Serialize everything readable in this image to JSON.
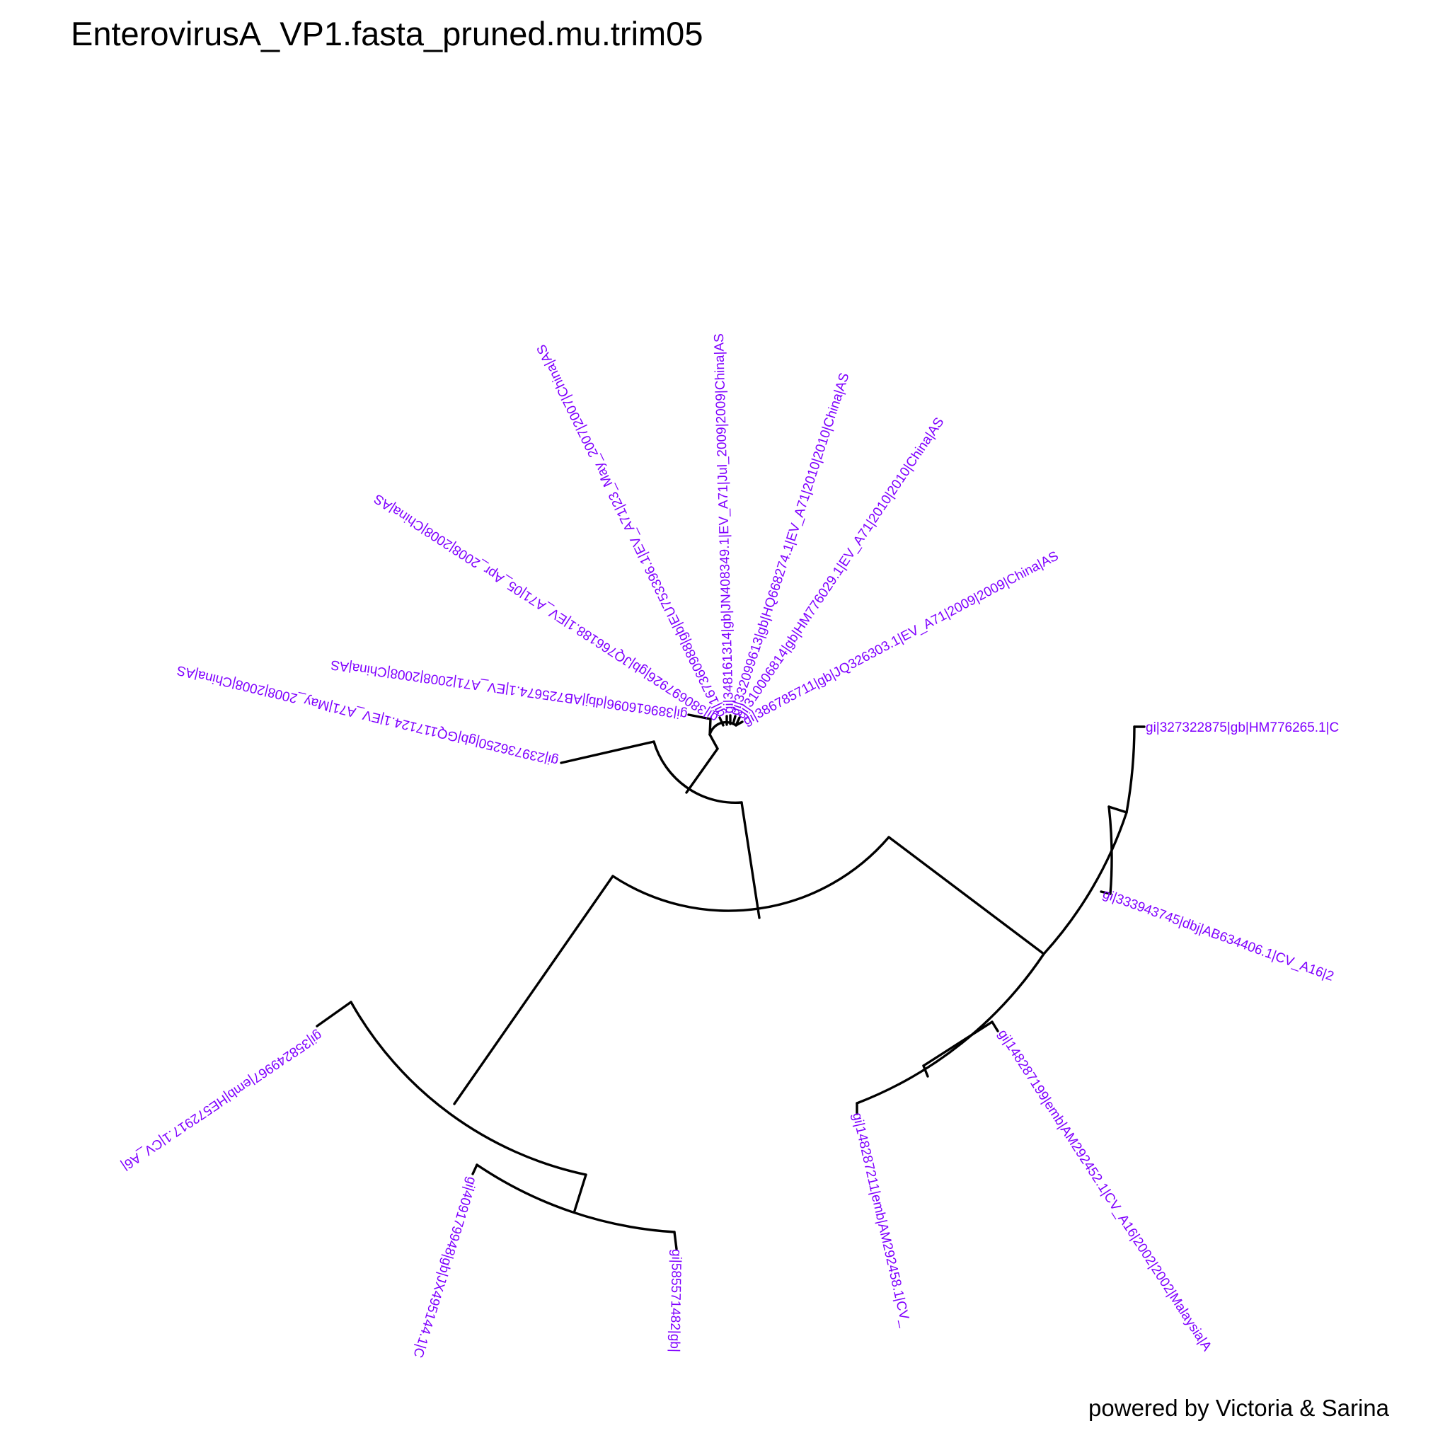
{
  "title": "EnterovirusA_VP1.fasta_pruned.mu.trim05",
  "footer": "powered by Victoria & Sarina",
  "colors": {
    "tip_label": "#8000ff",
    "branch": "#000000",
    "background": "#ffffff"
  },
  "tips": [
    "gi|327322875|gb|HM776265.1|C",
    "gi|333943745|dbj|AB634406.1|CV_A16|2",
    "gi|148287199|emb|AM292452.1|CV_A16|2002|2002|Malaysia|A",
    "gi|148287211|emb|AM292458.1|CV_",
    "gi|585571482|gb|",
    "gi|409179948|gb|JX495144.1|C",
    "gi|358249967|emb|HE572917.1|CV_A6|",
    "gi|239736250|gb|GQ117124.1|EV_A71|May_2008|2008|China|AS",
    "gi|389616096|dbj|AB725674.1|EV_A71|2008|2008|China|AS",
    "gi|380697926|gb|JQ766188.1|EV_A71|05_Apr_2008|2008|China|AS",
    "gi|167360988|gb|EU753396.1|EV_A71|23_May_2007|2007|China|AS",
    "gi|348161314|gb|JN408349.1|EV_A71|Jul_2009|2009|China|AS",
    "gi|332099613|gb|HQ668274.1|EV_A71|2010|2010|China|AS",
    "gi|310006814|gb|HM776029.1|EV_A71|2010|2010|China|AS",
    "gi|386785711|gb|JQ326303.1|EV_A71|2009|2009|China|AS"
  ]
}
